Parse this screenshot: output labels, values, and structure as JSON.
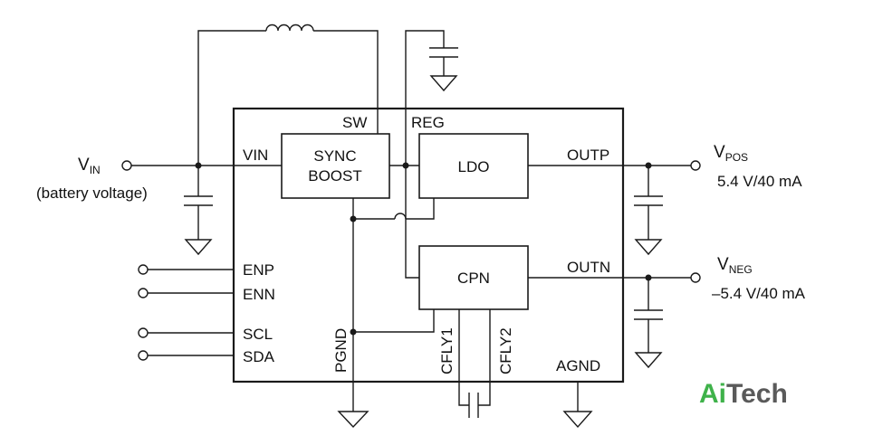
{
  "chip": {
    "pins": {
      "sw": "SW",
      "reg": "REG",
      "vin": "VIN",
      "outp": "OUTP",
      "outn": "OUTN",
      "enp": "ENP",
      "enn": "ENN",
      "scl": "SCL",
      "sda": "SDA",
      "pgnd": "PGND",
      "cfly1": "CFLY1",
      "cfly2": "CFLY2",
      "agnd": "AGND"
    },
    "blocks": {
      "boost_line1": "SYNC",
      "boost_line2": "BOOST",
      "ldo": "LDO",
      "cpn": "CPN"
    }
  },
  "external": {
    "vin_main": "V",
    "vin_sub": "IN",
    "vin_note": "(battery voltage)",
    "vpos_main": "V",
    "vpos_sub": "POS",
    "vpos_rating": "5.4 V/40 mA",
    "vneg_main": "V",
    "vneg_sub": "NEG",
    "vneg_rating": "–5.4 V/40 mA"
  },
  "logo": {
    "part1": "Ai",
    "part2": "Tech",
    "accent": "#3fb24a",
    "secondary": "#5a5a5a"
  }
}
